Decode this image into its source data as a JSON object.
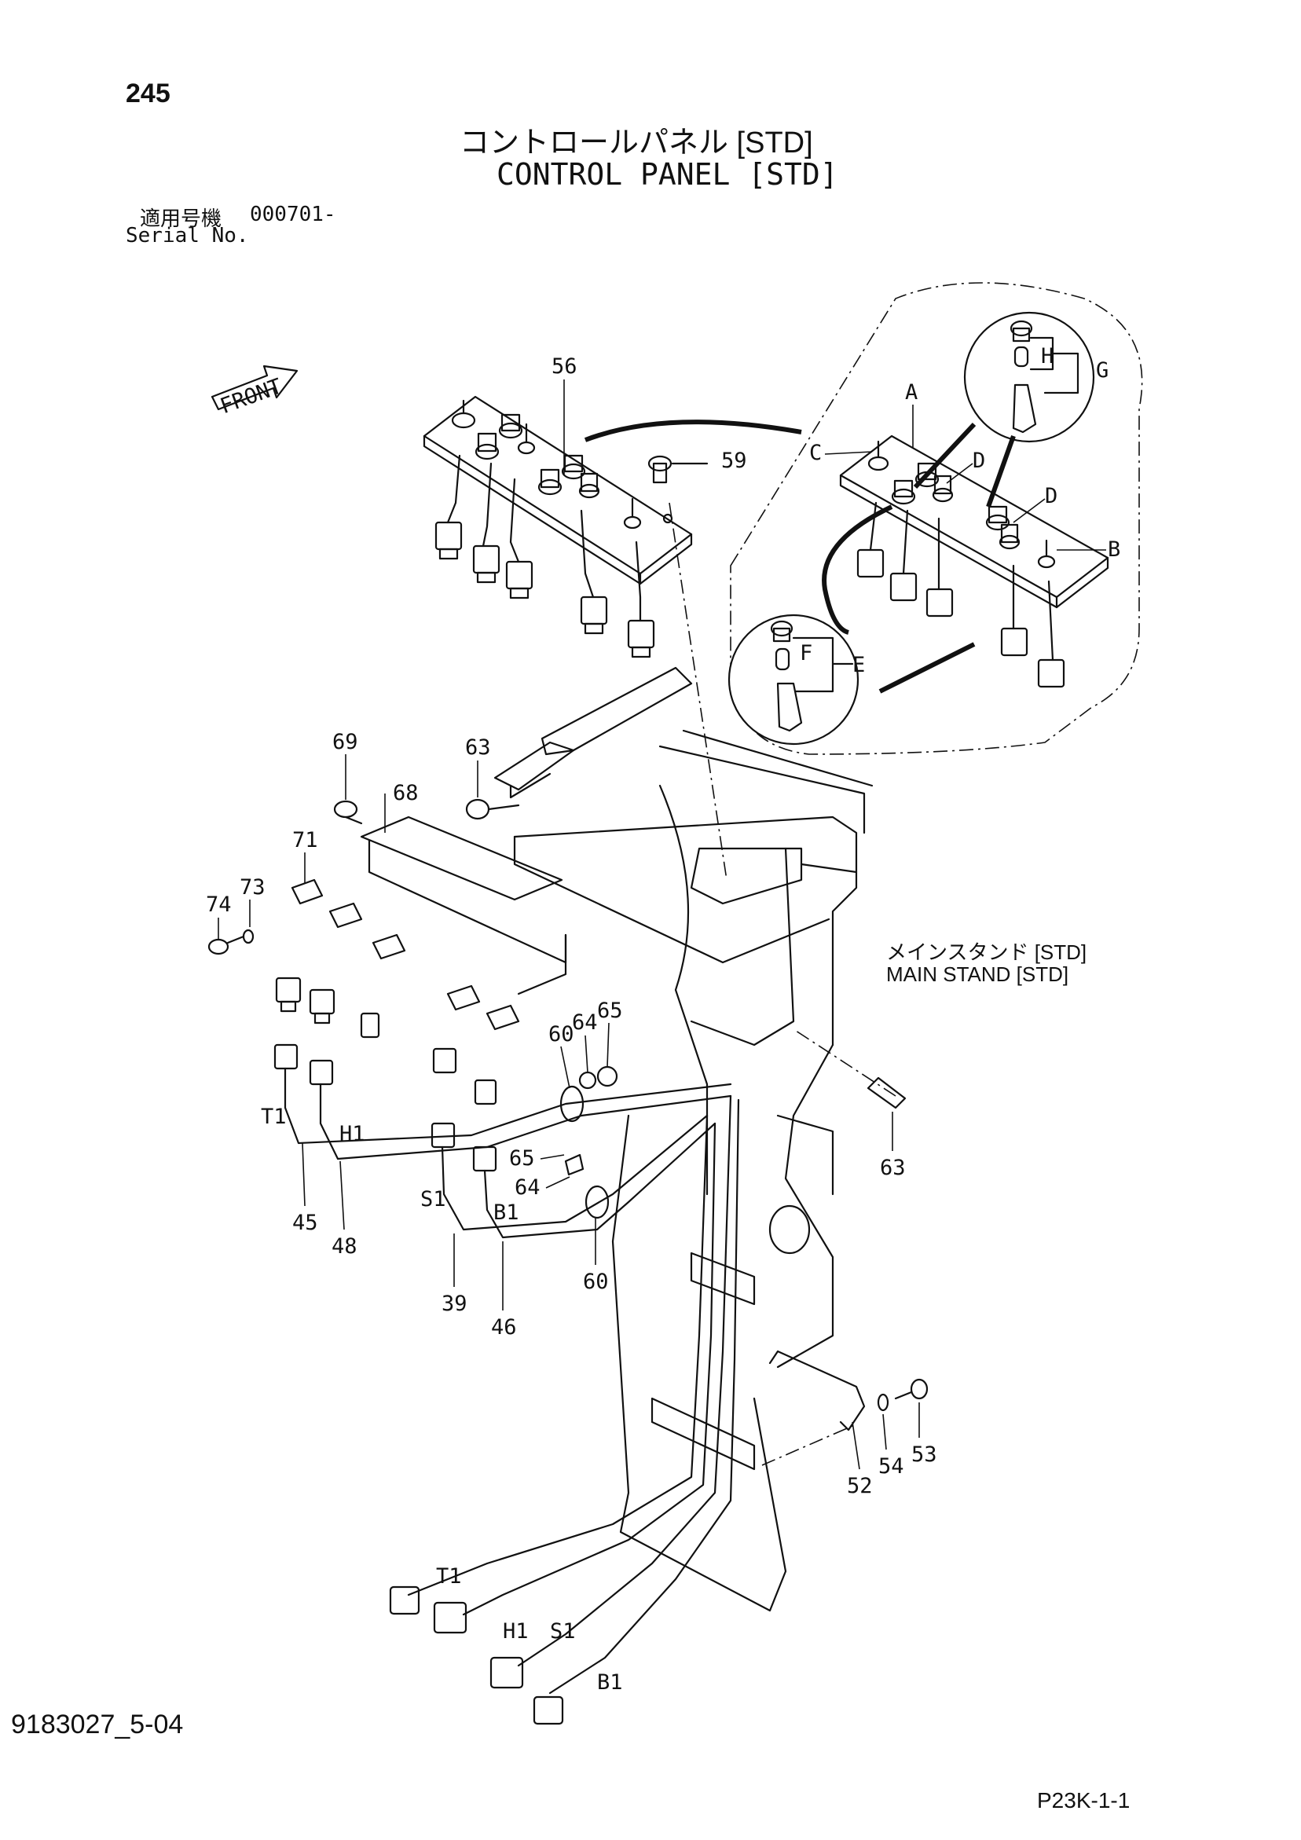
{
  "page": {
    "page_number": "245",
    "title_jp": "コントロールパネル [STD]",
    "title_en": "CONTROL PANEL [STD]",
    "serial_label_jp": "適用号機",
    "serial_value": "000701-",
    "serial_label_en": "Serial No.",
    "doc_number": "9183027_5-04",
    "page_code": "P23K-1-1"
  },
  "diagram": {
    "front_arrow_label": "FRONT",
    "main_stand_label_jp": "メインスタンド [STD]",
    "main_stand_label_en": "MAIN  STAND [STD]",
    "callouts": {
      "c56": "56",
      "c59": "59",
      "c69": "69",
      "c68": "68",
      "c63a": "63",
      "c63b": "63",
      "c71": "71",
      "c73": "73",
      "c74": "74",
      "c60a": "60",
      "c60b": "60",
      "c64a": "64",
      "c64b": "64",
      "c65a": "65",
      "c65b": "65",
      "c45": "45",
      "c48": "48",
      "c39": "39",
      "c46": "46",
      "c52": "52",
      "c53": "53",
      "c54": "54",
      "cA": "A",
      "cB": "B",
      "cC": "C",
      "cD1": "D",
      "cD2": "D",
      "cE": "E",
      "cF": "F",
      "cG": "G",
      "cH": "H"
    },
    "wire_tags": {
      "t1a": "T1",
      "h1a": "H1",
      "s1a": "S1",
      "b1a": "B1",
      "t1b": "T1",
      "h1b": "H1",
      "s1b": "S1",
      "b1b": "B1"
    }
  }
}
